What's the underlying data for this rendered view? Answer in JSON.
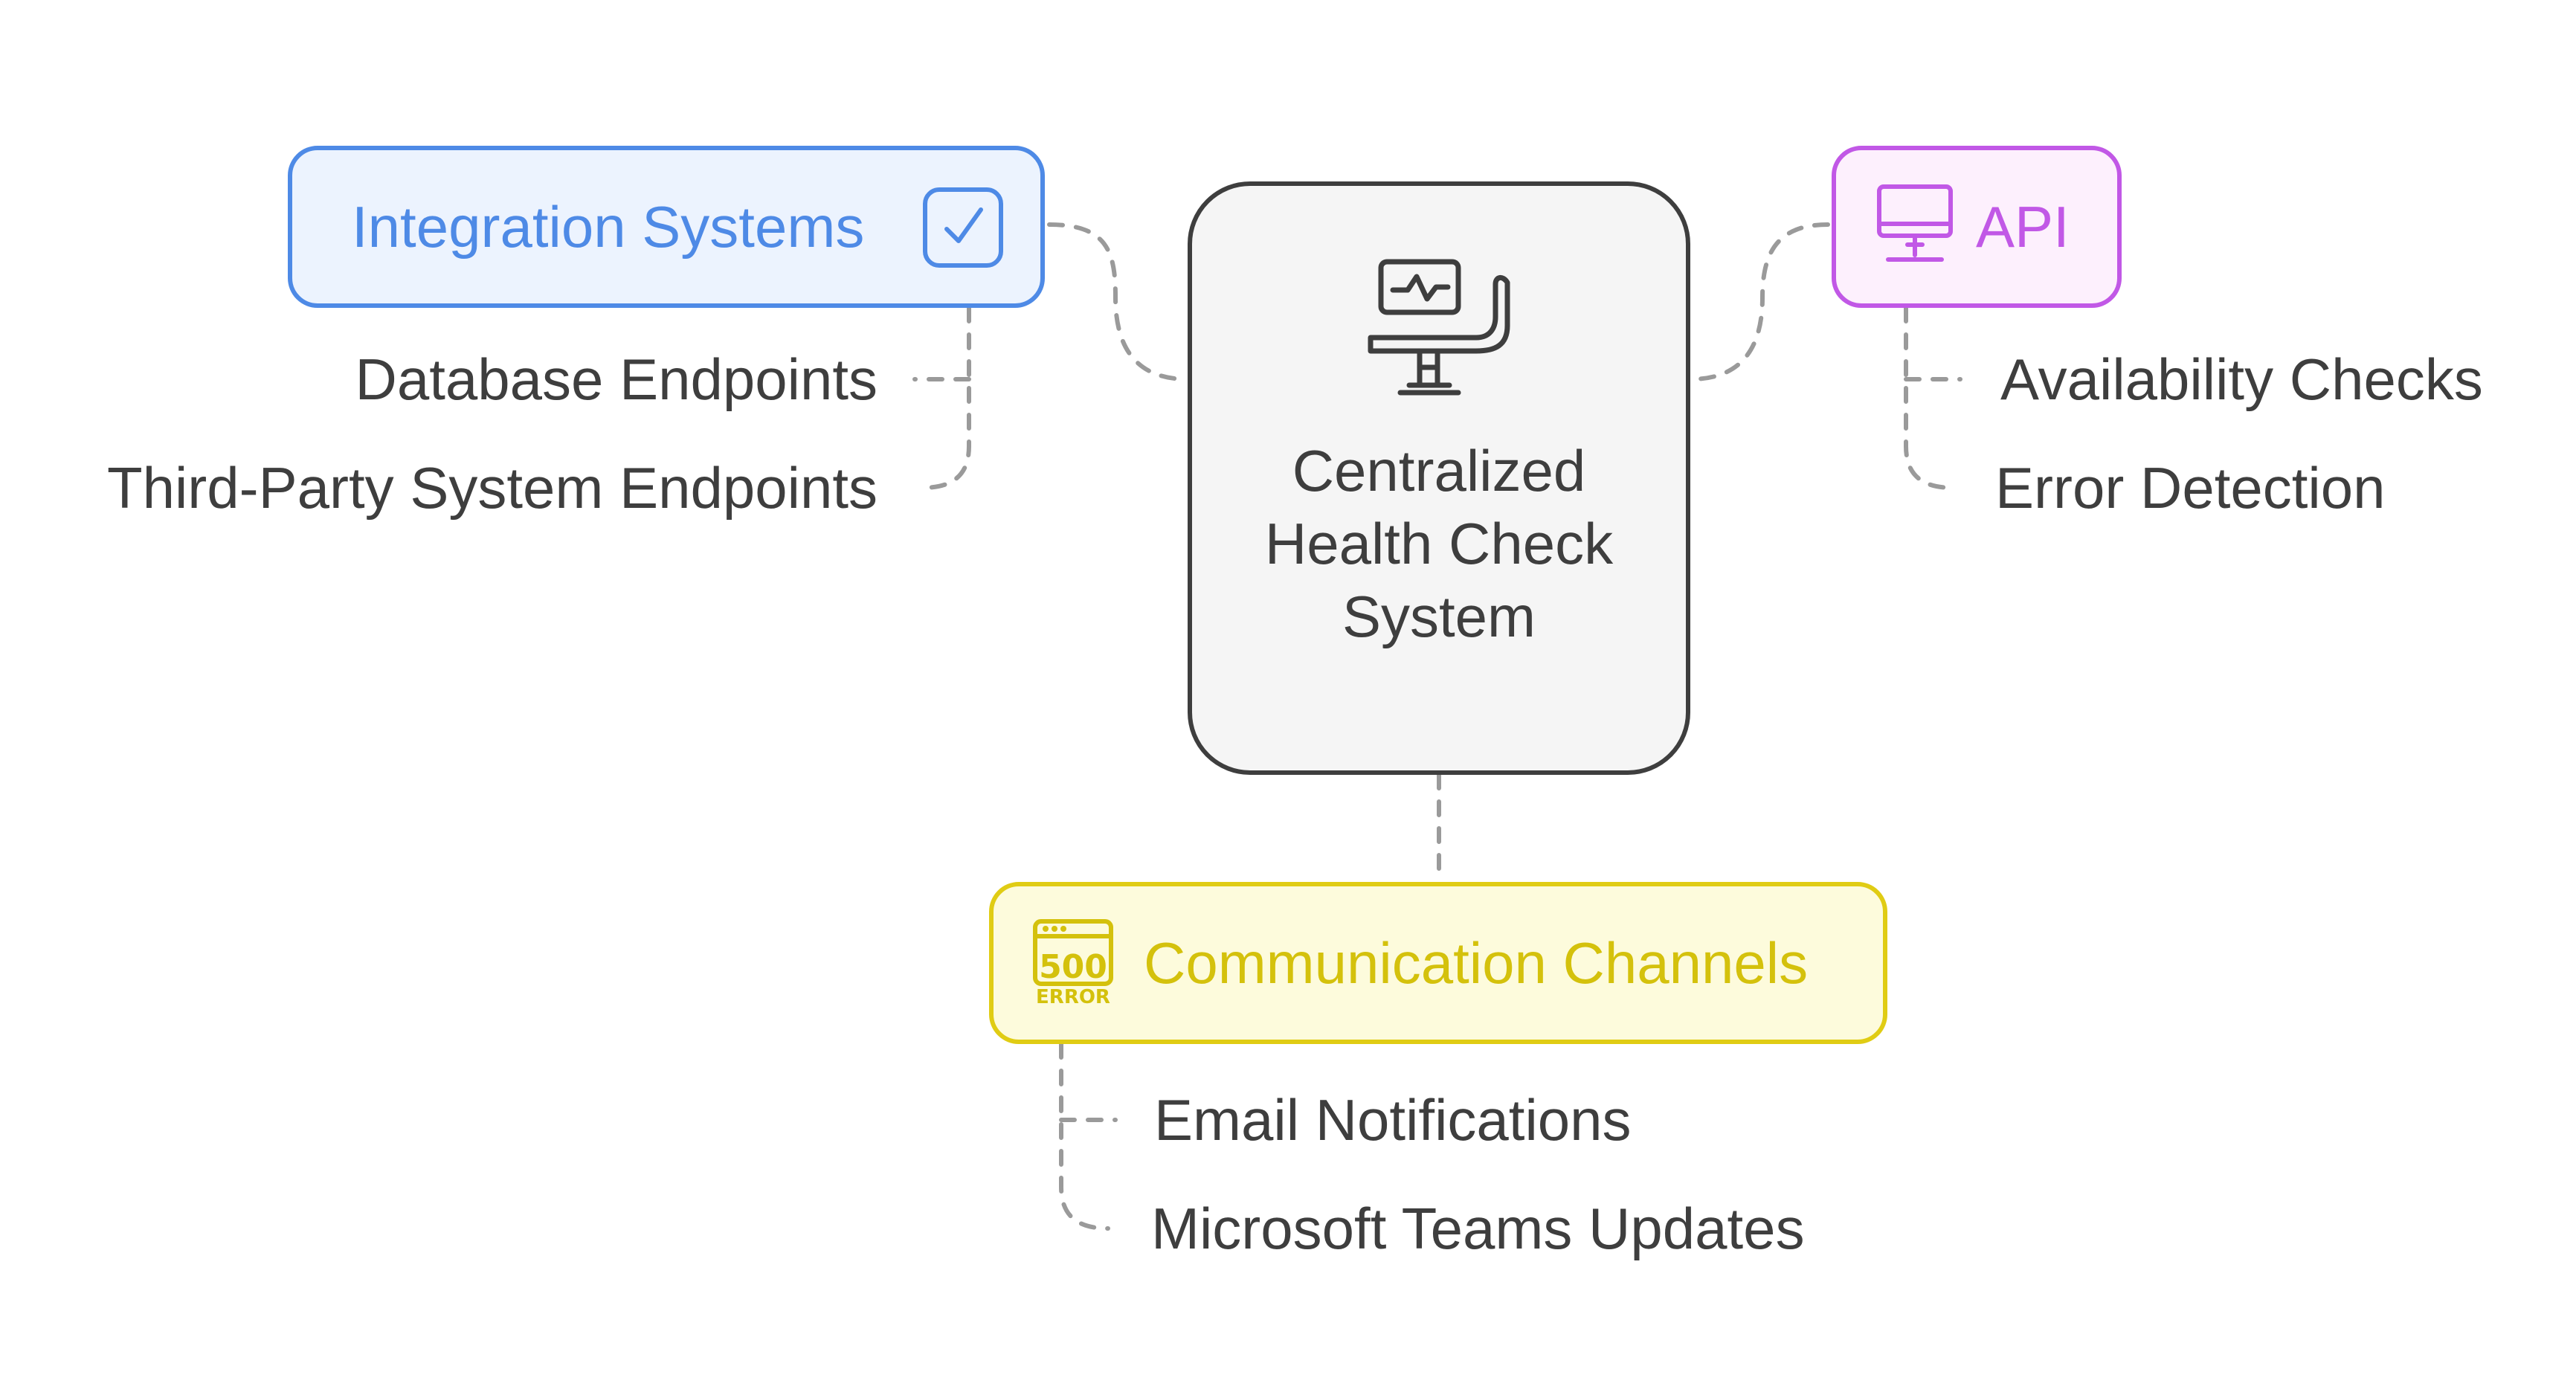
{
  "central": {
    "title": "Centralized Health Check System",
    "icon": "monitor-chair-icon",
    "color": "#3e3e3e"
  },
  "branches": {
    "integration": {
      "label": "Integration Systems",
      "icon": "checkbox-icon",
      "color": "#4e8ae6",
      "items": [
        "Database Endpoints",
        "Third-Party System Endpoints"
      ]
    },
    "api": {
      "label": "API",
      "icon": "monitor-icon",
      "color": "#c158e6",
      "items": [
        "Availability Checks",
        "Error Detection"
      ]
    },
    "communication": {
      "label": "Communication Channels",
      "icon": "500-error-icon",
      "icon_text": "500",
      "icon_subtext": "ERROR",
      "color": "#e0cc14",
      "items": [
        "Email Notifications",
        "Microsoft Teams Updates"
      ]
    }
  }
}
